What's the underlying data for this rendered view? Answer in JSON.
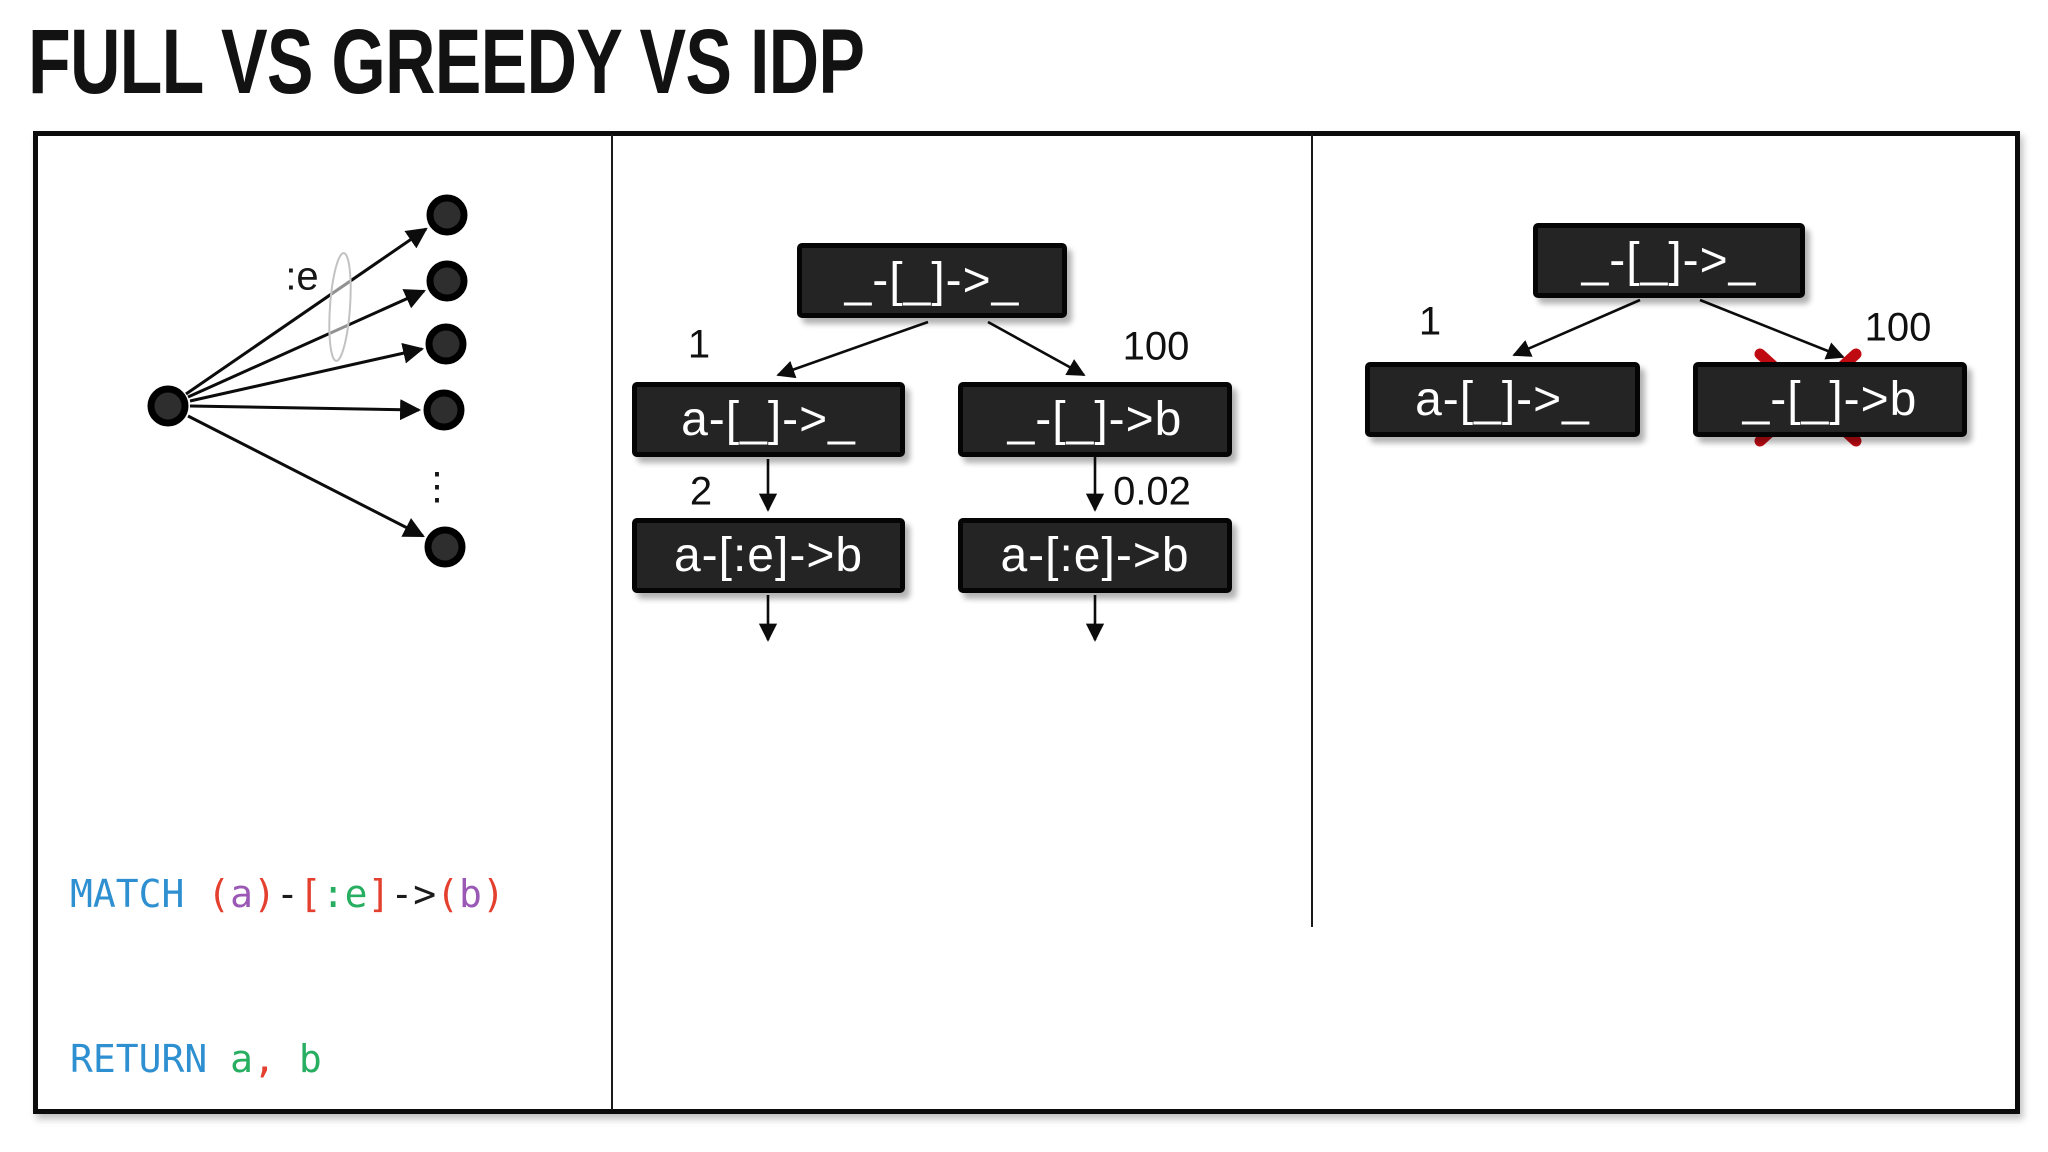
{
  "title": "FULL VS GREEDY VS IDP",
  "colors": {
    "box_bg": "#242424",
    "box_border": "#050505",
    "box_text": "#ffffff",
    "prune_x": "#c00a12",
    "code_keyword_blue": "#2e90d1",
    "code_punct_red": "#e4402f",
    "code_var_purple": "#9b59b6",
    "code_green": "#27ae60",
    "code_plain_dark": "#1b1b1b"
  },
  "graph_panel": {
    "edge_type_label": ":e",
    "ellipsis": "⋮",
    "code": {
      "line1": [
        {
          "t": "MATCH "
        },
        {
          "t": "("
        },
        {
          "t": "a"
        },
        {
          "t": ")"
        },
        {
          "t": "-"
        },
        {
          "t": "["
        },
        {
          "t": ":e"
        },
        {
          "t": "]"
        },
        {
          "t": "->"
        },
        {
          "t": "("
        },
        {
          "t": "b"
        },
        {
          "t": ")"
        }
      ],
      "line2": [
        {
          "t": "RETURN "
        },
        {
          "t": "a"
        },
        {
          "t": ", "
        },
        {
          "t": "b"
        }
      ]
    }
  },
  "full_tree": {
    "root": "_-[_]->_",
    "left_child": "a-[_]->_",
    "right_child": "_-[_]->b",
    "left_leaf": "a-[:e]->b",
    "right_leaf": "a-[:e]->b",
    "edge_labels": {
      "root_left": "1",
      "root_right": "100",
      "left_down": "2",
      "right_down": "0.02"
    }
  },
  "idp_tree": {
    "root": "_-[_]->_",
    "left_child": "a-[_]->_",
    "right_child": "_-[_]->b",
    "edge_labels": {
      "root_left": "1",
      "root_right": "100"
    }
  }
}
